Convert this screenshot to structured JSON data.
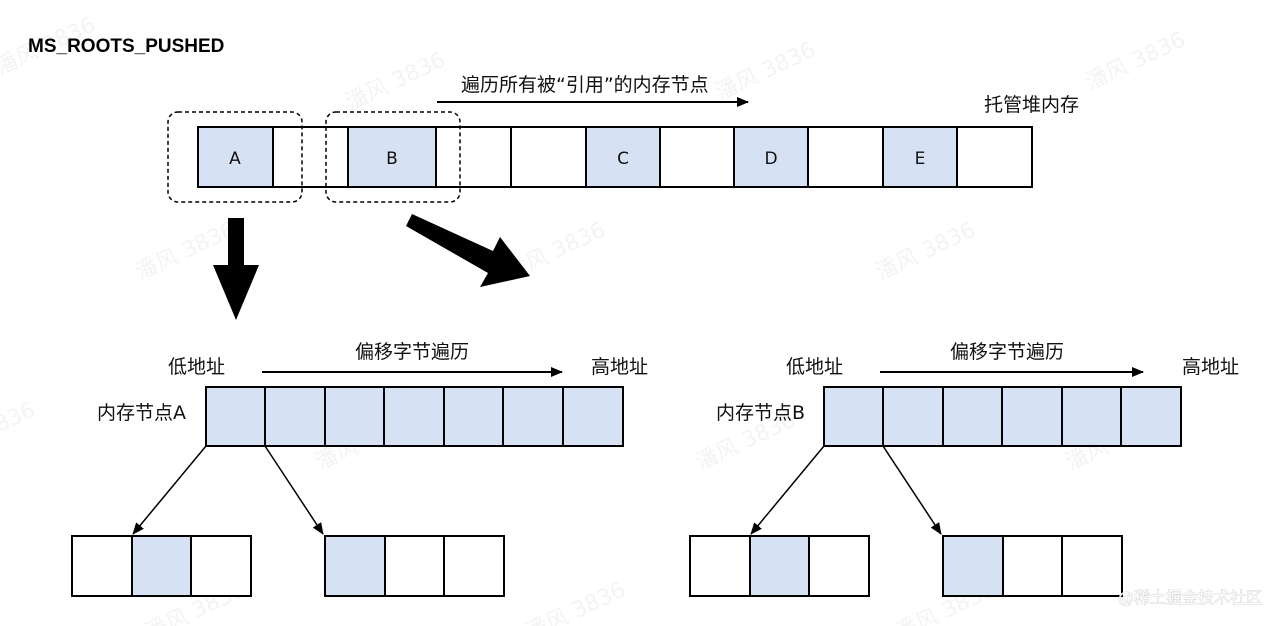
{
  "title": "MS_ROOTS_PUSHED",
  "heap": {
    "label": "托管堆内存",
    "traverse_label": "遍历所有被“引用”的内存节点",
    "cells": [
      "A",
      "",
      "B",
      "",
      "",
      "C",
      "",
      "D",
      "",
      "E",
      ""
    ]
  },
  "node_a": {
    "label": "内存节点A",
    "low_label": "低地址",
    "high_label": "高地址",
    "offset_label": "偏移字节遍历"
  },
  "node_b": {
    "label": "内存节点B",
    "low_label": "低地址",
    "high_label": "高地址",
    "offset_label": "偏移字节遍历"
  },
  "watermark": "潘风 3836",
  "brand": "@稀土掘金技术社区",
  "colors": {
    "fill": "#d6e1f3",
    "stroke": "#000000",
    "empty": "#ffffff"
  }
}
